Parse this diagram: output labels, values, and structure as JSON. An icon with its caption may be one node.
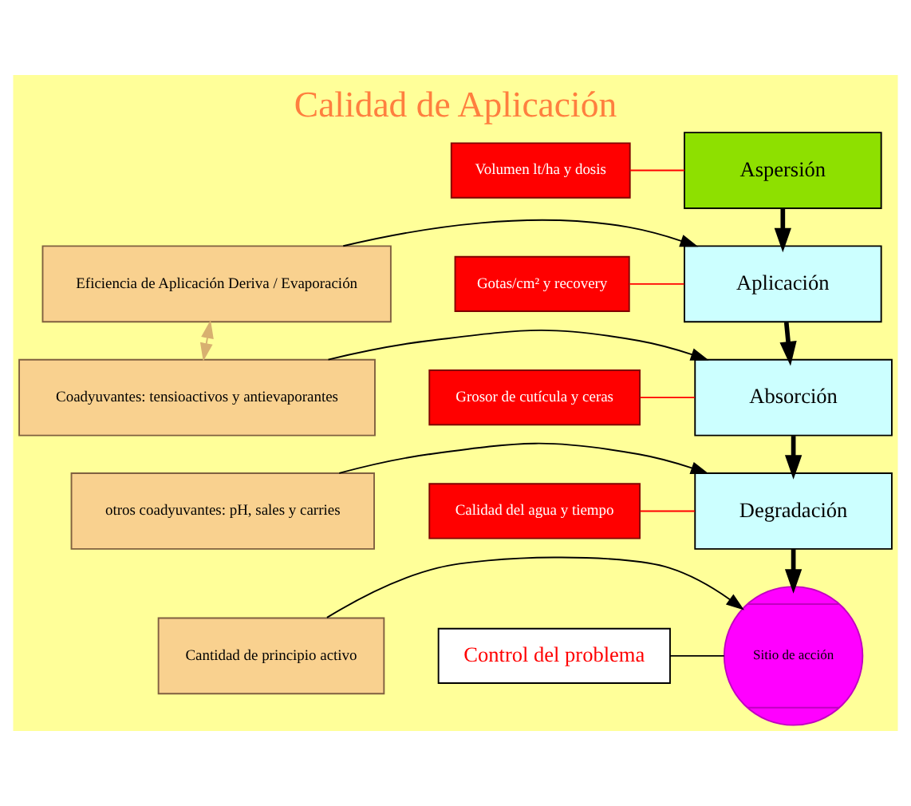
{
  "diagram": {
    "title": "Calidad de Aplicación",
    "nodes": [
      {
        "text": [
          "Aspersión"
        ]
      },
      {
        "text": [
          "Volumen lt/ha y dosis"
        ]
      },
      {
        "text": [
          "Eficiencia de Aplicación Deriva / Evaporación"
        ]
      },
      {
        "text": [
          "Aplicación"
        ]
      },
      {
        "text": [
          "Gotas/cm² y recovery"
        ]
      },
      {
        "text": [
          "Coadyuvantes: tensioactivos y antievaporantes"
        ]
      },
      {
        "text": [
          "Absorción"
        ]
      },
      {
        "text": [
          "Grosor de cutícula y ceras"
        ]
      },
      {
        "text": [
          "otros coadyuvantes: pH, sales y carries"
        ]
      },
      {
        "text": [
          "Degradación"
        ]
      },
      {
        "text": [
          "Calidad del agua y tiempo"
        ]
      },
      {
        "text": [
          "Cantidad de principio activo"
        ]
      },
      {
        "text": [
          "Sitio de acción"
        ]
      },
      {
        "text": [
          "Control del problema"
        ]
      }
    ],
    "edges": [
      {
        "from": 0,
        "to": 3,
        "arrow": "to",
        "style": "thick"
      },
      {
        "from": 3,
        "to": 6,
        "arrow": "to",
        "style": "thick"
      },
      {
        "from": 6,
        "to": 9,
        "arrow": "to",
        "style": "thick"
      },
      {
        "from": 9,
        "to": 12,
        "arrow": "to",
        "style": "thick"
      },
      {
        "from": 2,
        "to": 3,
        "arrow": "to"
      },
      {
        "from": 5,
        "to": 6,
        "arrow": "to"
      },
      {
        "from": 8,
        "to": 9,
        "arrow": "to"
      },
      {
        "from": 11,
        "to": 12,
        "arrow": "to"
      },
      {
        "from": 2,
        "to": 5,
        "arrow": "both",
        "style": "dashed",
        "color": "#d8b070"
      },
      {
        "from": 1,
        "to": 0,
        "arrow": "none",
        "color": "#ff0000"
      },
      {
        "from": 4,
        "to": 3,
        "arrow": "none",
        "color": "#ff0000"
      },
      {
        "from": 7,
        "to": 6,
        "arrow": "none",
        "color": "#ff0000"
      },
      {
        "from": 10,
        "to": 9,
        "arrow": "none",
        "color": "#ff0000"
      },
      {
        "from": 13,
        "to": 12,
        "arrow": "none"
      }
    ]
  }
}
